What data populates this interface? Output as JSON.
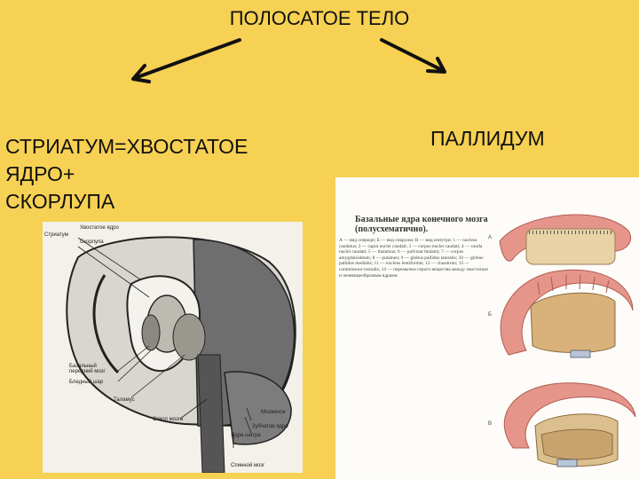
{
  "title": "ПОЛОСАТОЕ ТЕЛО",
  "left_label_lines": [
    "СТРИАТУМ=ХВОСТАТОЕ",
    "ЯДРО+",
    "СКОРЛУПА"
  ],
  "right_label": "ПАЛЛИДУМ",
  "left_figure": {
    "labels": {
      "striatum": "Стриатум",
      "caudate_head": "Хвостатое ядро",
      "putamen": "Скорлупа",
      "basal_forebrain": "Базальный передний мозг",
      "globus_pallidus": "Бледный шар",
      "thalamus": "Таламус",
      "brainstem": "Ствол мозга",
      "cerebellum": "Мозжечок",
      "dentate_nucleus": "Зубчатое ядро",
      "cerebellar_nuclei": "Ядра шатра",
      "spinal_cord": "Спинной мозг"
    }
  },
  "right_figure": {
    "caption_title": "Базальные ядра конечного мозга (полусхематично).",
    "caption_body": "А — вид спереди; Б — вид снаружи; В — вид изнутри; 1 — nucleus caudatus; 2 — caput nuclei caudati; 3 — corpus nuclei caudati; 4 — cauda nuclei caudati; 5 — thalamus; 6 — pulvinar thalami; 7 — corpus amygdaloideum; 8 — putamen; 9 — globus pallidus lateralis; 10 — globus pallidus medialis; 11 — nucleus lentiformis; 12 — claustrum; 13 — commissura rostralis; 14 — перемычки серого вещества между хвостатым и чечевицеобразным ядрами.",
    "view_letters": [
      "А",
      "Б",
      "В"
    ]
  }
}
